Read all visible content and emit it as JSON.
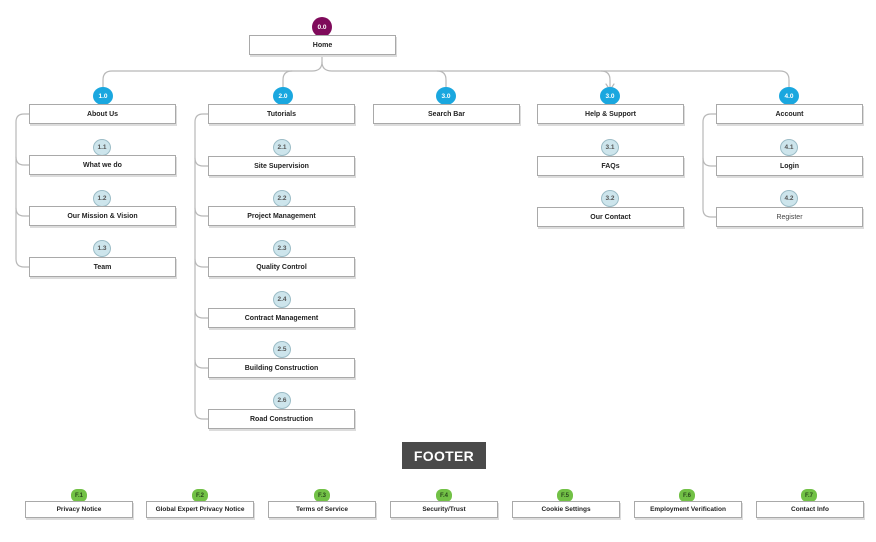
{
  "home": {
    "badge": "0.0",
    "label": "Home"
  },
  "sections": [
    {
      "badge": "1.0",
      "label": "About Us"
    },
    {
      "badge": "2.0",
      "label": "Tutorials"
    },
    {
      "badge": "3.0",
      "label": "Search Bar"
    },
    {
      "badge": "3.0",
      "label": "Help & Support"
    },
    {
      "badge": "4.0",
      "label": "Account"
    }
  ],
  "about_children": [
    {
      "badge": "1.1",
      "label": "What we do"
    },
    {
      "badge": "1.2",
      "label": "Our Mission & Vision"
    },
    {
      "badge": "1.3",
      "label": "Team"
    }
  ],
  "tutorial_children": [
    {
      "badge": "2.1",
      "label": "Site Supervision"
    },
    {
      "badge": "2.2",
      "label": "Project Management"
    },
    {
      "badge": "2.3",
      "label": "Quality Control"
    },
    {
      "badge": "2.4",
      "label": "Contract Management"
    },
    {
      "badge": "2.5",
      "label": "Building Construction"
    },
    {
      "badge": "2.6",
      "label": "Road Construction"
    }
  ],
  "help_children": [
    {
      "badge": "3.1",
      "label": "FAQs"
    },
    {
      "badge": "3.2",
      "label": "Our Contact"
    }
  ],
  "account_children": [
    {
      "badge": "4.1",
      "label": "Login"
    },
    {
      "badge": "4.2",
      "label": "Register"
    }
  ],
  "footer": {
    "title": "FOOTER",
    "items": [
      {
        "badge": "F.1",
        "label": "Privacy Notice"
      },
      {
        "badge": "F.2",
        "label": "Global Expert Privacy Notice"
      },
      {
        "badge": "F.3",
        "label": "Terms of Service"
      },
      {
        "badge": "F.4",
        "label": "Security/Trust"
      },
      {
        "badge": "F.5",
        "label": "Cookie Settings"
      },
      {
        "badge": "F.6",
        "label": "Employment Verification"
      },
      {
        "badge": "F.7",
        "label": "Contact Info"
      }
    ]
  },
  "colors": {
    "home_badge": "#7f0a5b",
    "section_badge": "#1aa7df",
    "child_badge": "#cde5ec",
    "footer_badge": "#72c146",
    "footer_title_bg": "#4a4a4a"
  }
}
